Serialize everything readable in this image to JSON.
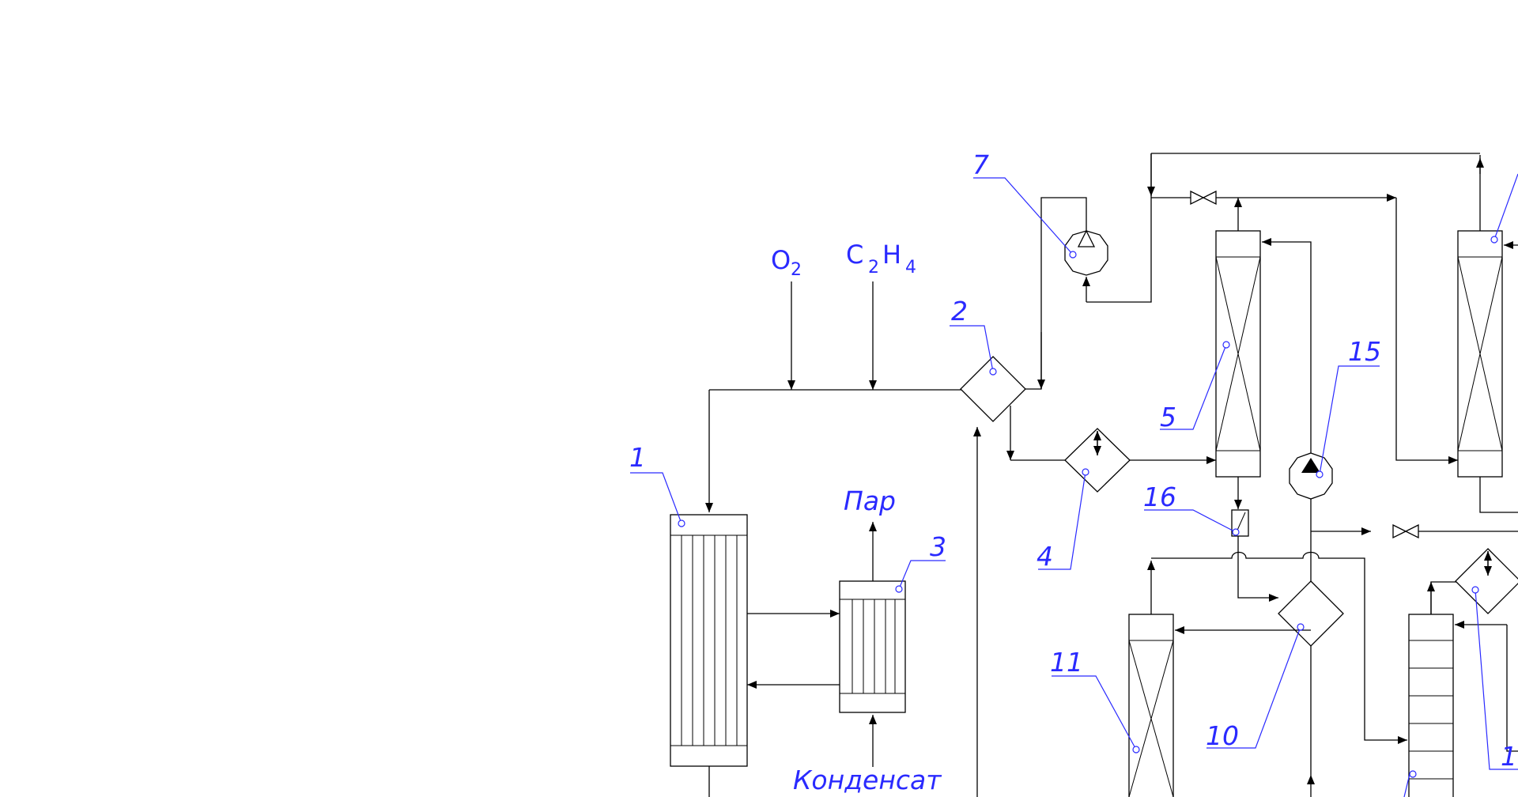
{
  "diagram": {
    "inputs": {
      "o2": {
        "symbol": "O",
        "subscript": "2"
      },
      "c2h4": {
        "c": "C",
        "c_sub": "2",
        "h": "H",
        "h_sub": "4"
      }
    },
    "streams": {
      "steam": "Пар",
      "condensate": "Конденсат"
    },
    "labels": {
      "n1": "1",
      "n2": "2",
      "n3": "3",
      "n4": "4",
      "n5": "5",
      "n7": "7",
      "n10": "10",
      "n11": "11",
      "n15": "15",
      "n16": "16",
      "n1_right": "1"
    },
    "colors": {
      "line": "#000000",
      "annotation": "#2a2aff",
      "background": "#ffffff"
    }
  }
}
